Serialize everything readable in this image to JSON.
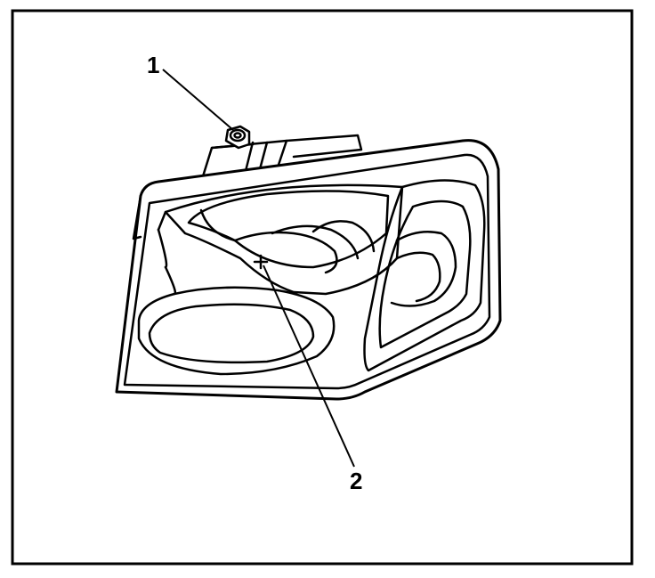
{
  "callouts": [
    {
      "label": "1",
      "part": "nut-fastener"
    },
    {
      "label": "2",
      "part": "headlamp-aim-mark"
    }
  ],
  "colors": {
    "ink": "#000000",
    "paper": "#ffffff"
  }
}
